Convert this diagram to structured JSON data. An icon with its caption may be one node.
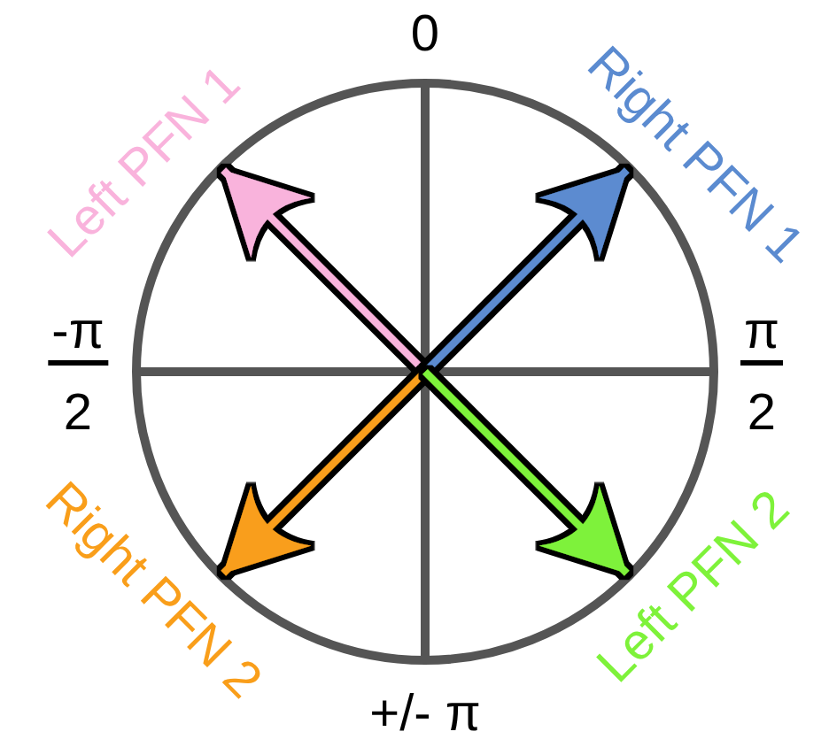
{
  "diagram": {
    "nodes": [
      {
        "text": [
          "Left PFN 1"
        ]
      },
      {
        "text": [
          "Right PFN 1"
        ]
      },
      {
        "text": [
          "Right PFN 2"
        ]
      },
      {
        "text": [
          "Left PFN 2"
        ]
      }
    ],
    "edges": [
      {
        "from": null,
        "to": 0,
        "arrow": "to",
        "color": "#f9b3dc"
      },
      {
        "from": null,
        "to": 1,
        "arrow": "to",
        "color": "#5b8bd0"
      },
      {
        "from": null,
        "to": 2,
        "arrow": "to",
        "color": "#f99e1a"
      },
      {
        "from": null,
        "to": 3,
        "arrow": "to",
        "color": "#7ef23a"
      }
    ],
    "labels": [
      "0",
      "-π",
      "π",
      "2",
      "2",
      "+/- π"
    ]
  }
}
